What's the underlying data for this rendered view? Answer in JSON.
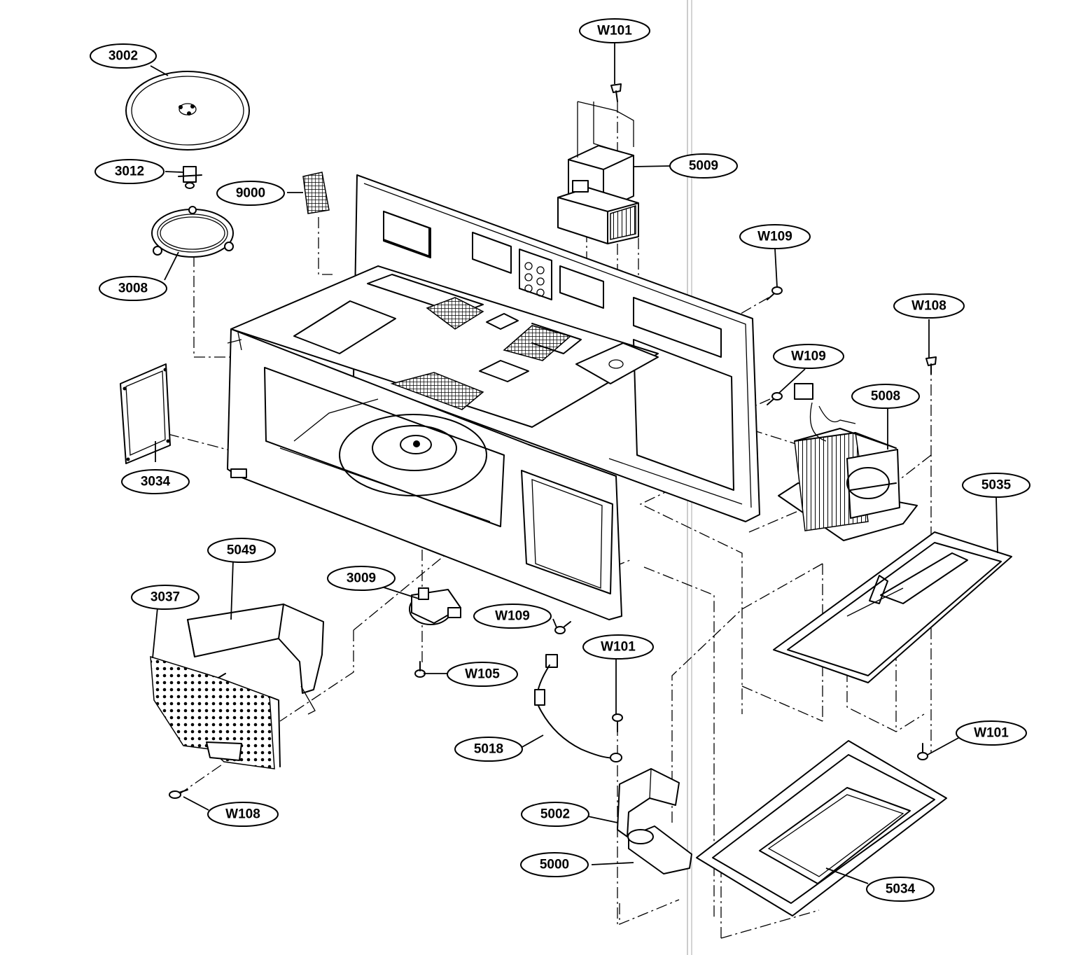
{
  "callouts": {
    "c3002": "3002",
    "c3012": "3012",
    "c3008": "3008",
    "c9000": "9000",
    "c3034": "3034",
    "c5049": "5049",
    "c3037": "3037",
    "c3009": "3009",
    "c_w109_mid": "W109",
    "c_w105": "W105",
    "c_w108_low": "W108",
    "c_w101_top": "W101",
    "c5009": "5009",
    "c_w109_a": "W109",
    "c_w109_b": "W109",
    "c_w108_right": "W108",
    "c5008": "5008",
    "c5035": "5035",
    "c_w101_mid": "W101",
    "c5018": "5018",
    "c5002": "5002",
    "c5000": "5000",
    "c_w101_right": "W101",
    "c5034": "5034"
  }
}
